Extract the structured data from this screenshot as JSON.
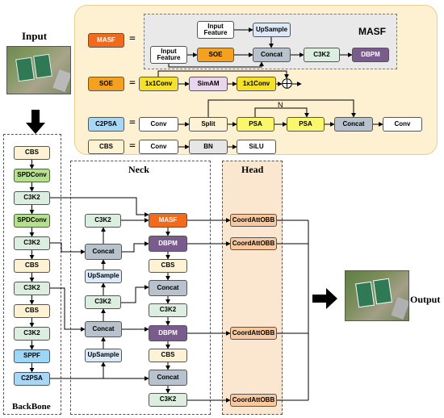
{
  "colors": {
    "cbs": "#fdf2d3",
    "spdconv": "#b5e08c",
    "c3k2": "#dbeedf",
    "sppf": "#9ed6f5",
    "c2psa": "#a7d7f4",
    "concat": "#b8c2cc",
    "upsample": "#dbe9f8",
    "masf": "#f26b1d",
    "dbpm": "#7a5b8e",
    "coordatt": "#f9c99d",
    "soe": "#f3a11e",
    "conv1x1": "#f5e02a",
    "simam": "#ead5ee",
    "psa": "#fbf76c",
    "white": "#ffffff",
    "headbg": "#fbe6cf",
    "panelbg": "#fdf1d2"
  },
  "labels": {
    "input": "Input",
    "output": "Output",
    "neck": "Neck",
    "head": "Head",
    "backbone": "BackBone",
    "masf_title": "MASF",
    "n": "N",
    "eq1": "=",
    "eq2": "=",
    "eq3": "=",
    "eq4": "="
  },
  "nodes": {
    "leg_masf": "MASF",
    "leg_soe": "SOE",
    "leg_c2psa": "C2PSA",
    "leg_cbs": "CBS",
    "m_in1": "Input\nFeature",
    "m_up": "UpSample",
    "m_in2": "Input\nFeature",
    "m_soe": "SOE",
    "m_concat": "Concat",
    "m_c3k2": "C3K2",
    "m_dbpm": "DBPM",
    "s_conv1": "1x1Conv",
    "s_simam": "SimAM",
    "s_conv2": "1x1Conv",
    "p_conv1": "Conv",
    "p_split": "Split",
    "p_psa1": "PSA",
    "p_psa2": "PSA",
    "p_concat": "Concat",
    "p_conv2": "Conv",
    "c_conv": "Conv",
    "c_bn": "BN",
    "c_silu": "SiLU",
    "b1": "CBS",
    "b2": "SPDConv",
    "b3": "C3K2",
    "b4": "SPDConv",
    "b5": "C3K2",
    "b6": "CBS",
    "b7": "C3K2",
    "b8": "CBS",
    "b9": "C3K2",
    "b10": "SPPF",
    "b11": "C2PSA",
    "nl_c3k2": "C3K2",
    "nl_concat1": "Concat",
    "nl_up1": "UpSample",
    "nl_c3k2b": "C3K2",
    "nl_concat2": "Concat",
    "nl_up2": "UpSample",
    "nr_masf": "MASF",
    "nr_dbpm1": "DBPM",
    "nr_cbs1": "CBS",
    "nr_concat1": "Concat",
    "nr_c3k2a": "C3K2",
    "nr_dbpm2": "DBPM",
    "nr_cbs2": "CBS",
    "nr_concat2": "Concat",
    "nr_c3k2b": "C3K2",
    "h1": "CoordAttOBB",
    "h2": "CoordAttOBB",
    "h3": "CoordAttOBB",
    "h4": "CoordAttOBB"
  }
}
